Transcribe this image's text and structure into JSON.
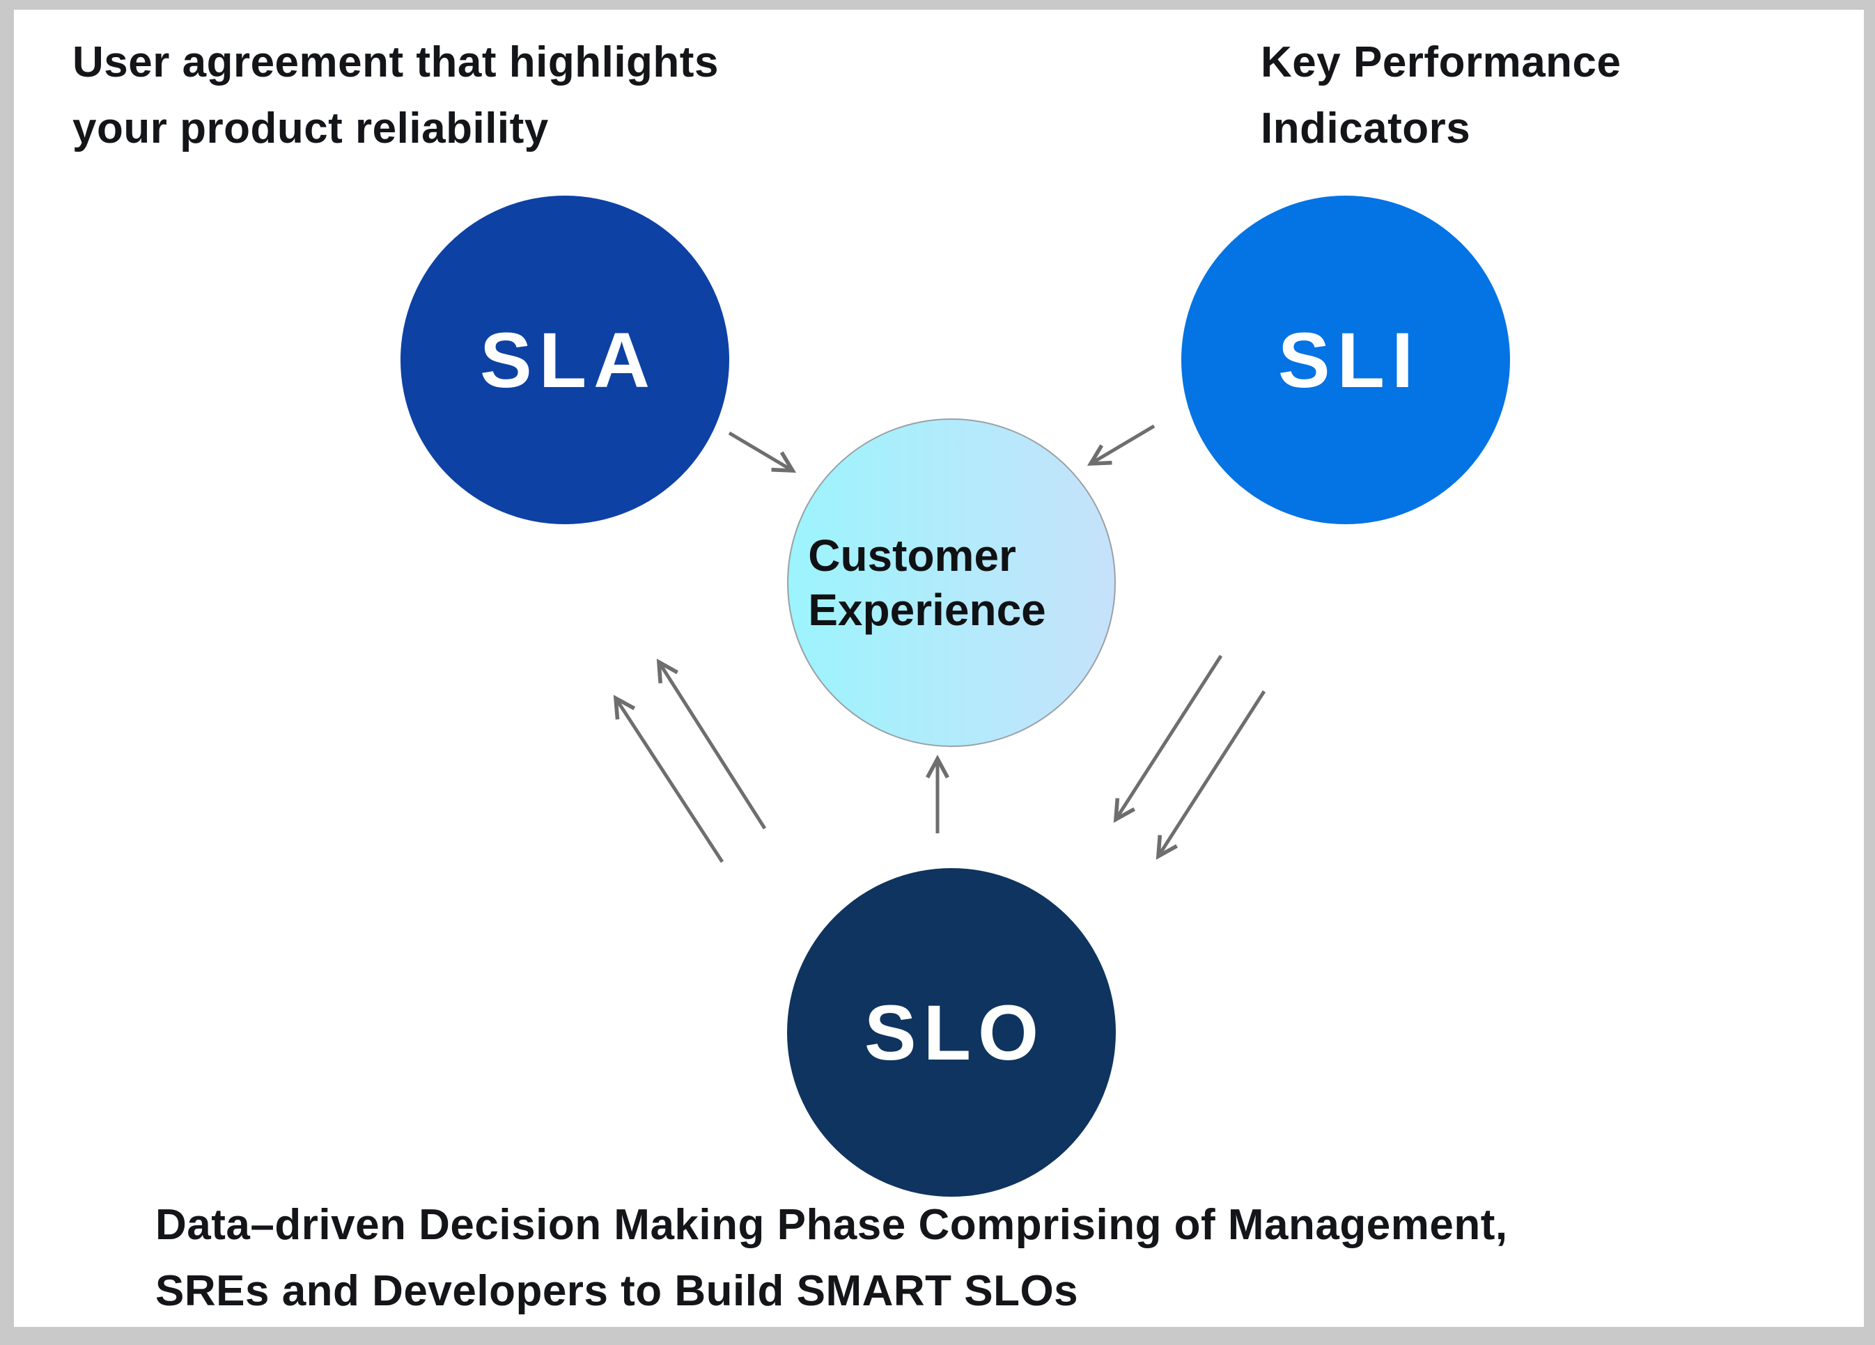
{
  "frame": {
    "background": "#ffffff",
    "border_color": "#c9c9c9"
  },
  "annotations": {
    "sla_note": "User agreement that highlights\nyour product reliability",
    "sli_note": "Key Performance\nIndicators",
    "slo_note": "Data–driven Decision Making Phase Comprising of Management,\nSREs and Developers to Build SMART SLOs"
  },
  "diagram": {
    "arrow_color": "#6e6e6e",
    "nodes": [
      {
        "id": "sla",
        "label": "SLA",
        "color": "#0d41a4",
        "text_color": "#ffffff"
      },
      {
        "id": "sli",
        "label": "SLI",
        "color": "#0473e3",
        "text_color": "#ffffff"
      },
      {
        "id": "customer-experience",
        "label": "Customer\nExperience",
        "gradient_left": "#9cf4fc",
        "gradient_right": "#c6e2fb",
        "border_color": "#9aa0a6",
        "text_color": "#101114"
      },
      {
        "id": "slo",
        "label": "SLO",
        "color": "#0e345f",
        "text_color": "#ffffff"
      }
    ],
    "edges": [
      {
        "from": "sla",
        "to": "customer-experience",
        "style": "single"
      },
      {
        "from": "sli",
        "to": "customer-experience",
        "style": "single"
      },
      {
        "from": "slo",
        "to": "customer-experience",
        "style": "single"
      },
      {
        "from": "slo",
        "to": "sla",
        "style": "double"
      },
      {
        "from": "sli",
        "to": "slo",
        "style": "double"
      }
    ]
  }
}
